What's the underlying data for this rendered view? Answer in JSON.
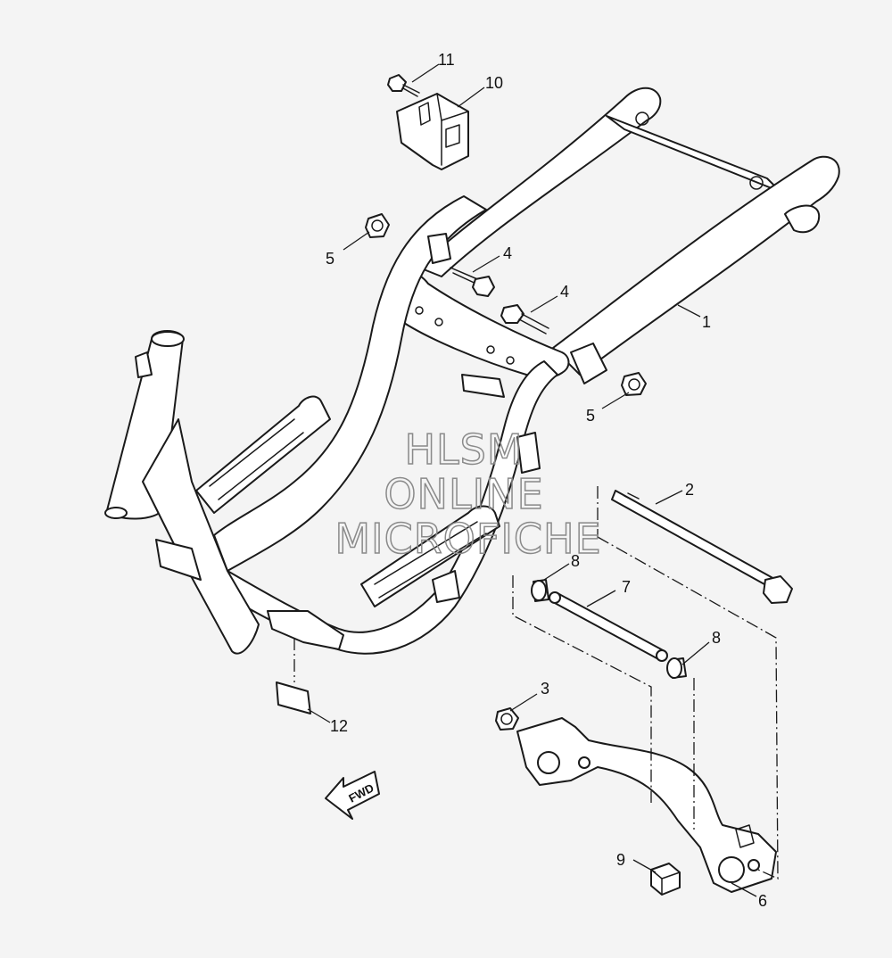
{
  "callouts": [
    {
      "id": "11",
      "label": "11"
    },
    {
      "id": "10",
      "label": "10"
    },
    {
      "id": "5a",
      "label": "5"
    },
    {
      "id": "4a",
      "label": "4"
    },
    {
      "id": "4b",
      "label": "4"
    },
    {
      "id": "1",
      "label": "1"
    },
    {
      "id": "5b",
      "label": "5"
    },
    {
      "id": "2",
      "label": "2"
    },
    {
      "id": "8a",
      "label": "8"
    },
    {
      "id": "7",
      "label": "7"
    },
    {
      "id": "8b",
      "label": "8"
    },
    {
      "id": "3",
      "label": "3"
    },
    {
      "id": "12",
      "label": "12"
    },
    {
      "id": "9",
      "label": "9"
    },
    {
      "id": "6",
      "label": "6"
    }
  ],
  "watermark": {
    "line1": "HLSM",
    "line2": "ONLINE",
    "line3": "MICROFICHE"
  },
  "direction_marker": {
    "label": "FWD",
    "icon": "arrow-left-icon"
  },
  "colors": {
    "background": "#f4f4f4",
    "line": "#1a1a1a",
    "watermark": "#8a8a8a"
  }
}
